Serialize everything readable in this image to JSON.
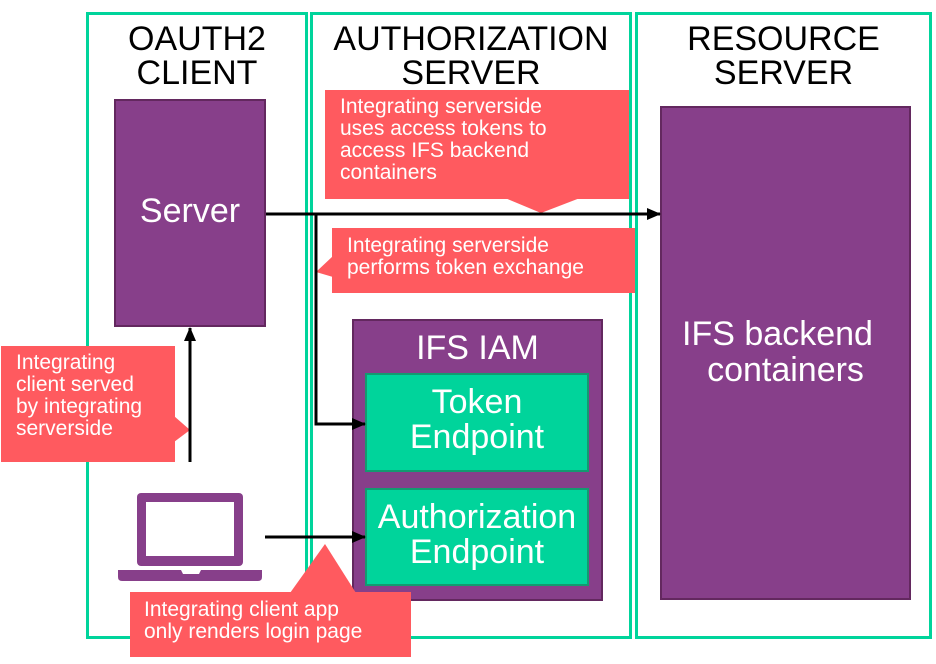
{
  "zones": {
    "client": {
      "title_line1": "OAUTH2",
      "title_line2": "CLIENT"
    },
    "auth": {
      "title_line1": "AUTHORIZATION",
      "title_line2": "SERVER"
    },
    "resource": {
      "title_line1": "RESOURCE",
      "title_line2": "SERVER"
    }
  },
  "nodes": {
    "server": "Server",
    "iam": "IFS IAM",
    "token_endpoint": {
      "line1": "Token",
      "line2": "Endpoint"
    },
    "authorization_endpoint": {
      "line1": "Authorization",
      "line2": "Endpoint"
    },
    "backend": {
      "line1": "IFS backend",
      "line2": "containers"
    },
    "client_device": "laptop-icon"
  },
  "callouts": {
    "access_tokens": [
      "Integrating serverside",
      "uses access tokens to",
      "access IFS backend",
      "containers"
    ],
    "token_exchange": [
      "Integrating serverside",
      "performs token exchange"
    ],
    "client_served": [
      "Integrating",
      "client served",
      "by integrating",
      "serverside"
    ],
    "login_page": [
      "Integrating client app",
      "only renders login page"
    ]
  },
  "colors": {
    "zone_border": "#00d49b",
    "node_purple": "#873f8a",
    "endpoint_green": "#00d49b",
    "callout_red": "#ff5a5f"
  }
}
